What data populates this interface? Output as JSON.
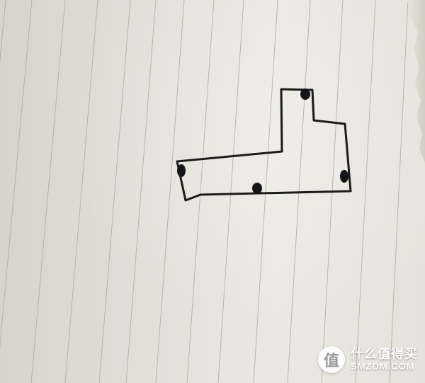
{
  "watermark": {
    "badge_glyph": "值",
    "title": "什么值得买",
    "subtitle": "SMZDM.COM"
  },
  "colors": {
    "paper": "#e6e2db",
    "ruled_line": "#a9a59d",
    "ink": "#1a1a1f",
    "watermark_text": "#ffffff"
  },
  "drawing": {
    "shape": "hand-drawn L-shaped outline on ruled paper",
    "dot_count": 4
  }
}
